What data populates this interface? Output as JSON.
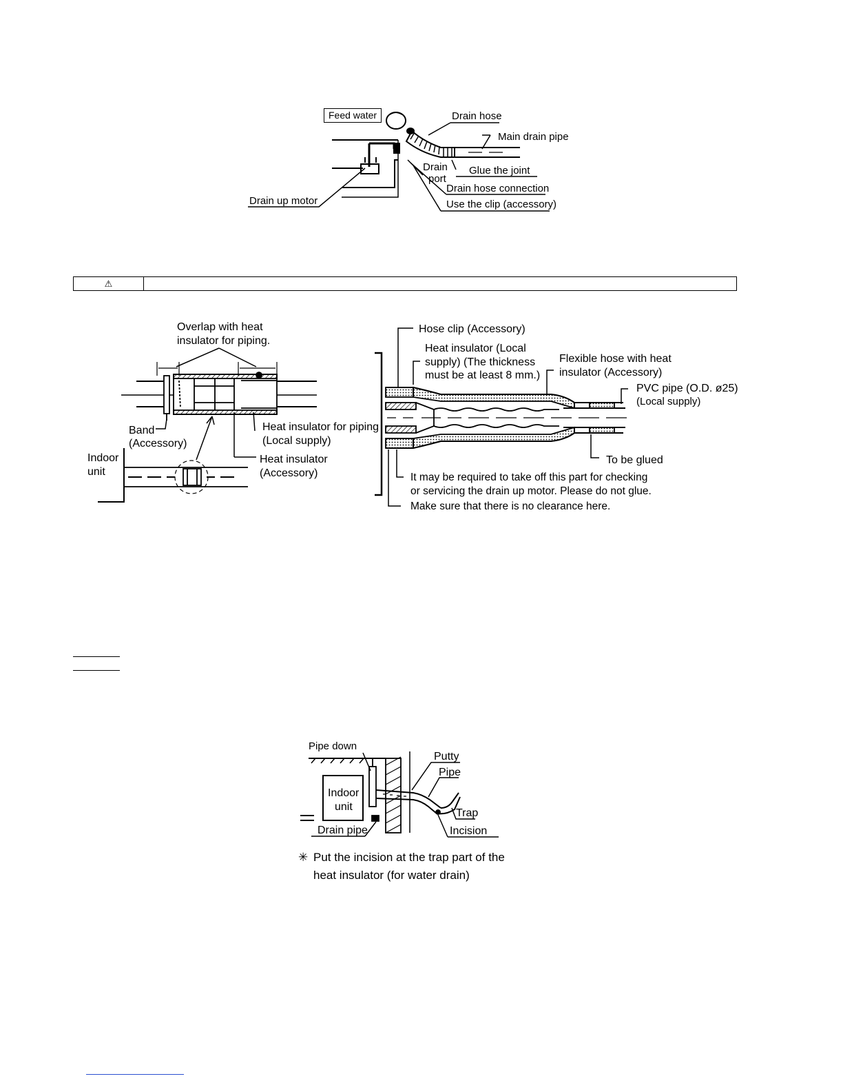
{
  "figure1": {
    "feed_water": "Feed water",
    "drain_hose": "Drain hose",
    "main_drain_pipe": "Main drain pipe",
    "drain_port_1": "Drain",
    "drain_port_2": "port",
    "glue_the_joint": "Glue the joint",
    "drain_hose_connection": "Drain hose connection",
    "use_the_clip": "Use the clip (accessory)",
    "drain_up_motor": "Drain up motor"
  },
  "caution": {
    "icon": "warning-triangle-icon",
    "symbol": "⚠",
    "text": ""
  },
  "figure2": {
    "overlap_1": "Overlap with heat",
    "overlap_2": "insulator for piping.",
    "band_1": "Band",
    "band_2": "(Accessory)",
    "indoor_1": "Indoor",
    "indoor_2": "unit",
    "heat_ins_piping_1": "Heat insulator for piping",
    "heat_ins_piping_2": "(Local supply)",
    "heat_ins_1": "Heat insulator",
    "heat_ins_2": "(Accessory)"
  },
  "figure3": {
    "hose_clip": "Hose clip (Accessory)",
    "heat_ins_local_1a": "Heat insulator",
    "heat_ins_local_1b": " (Local",
    "heat_ins_local_2": "supply) (The thickness",
    "heat_ins_local_3": "must be at least 8 mm.)",
    "flex_hose_1": "Flexible hose with heat",
    "flex_hose_2": "insulator (Accessory)",
    "pvc_1": "PVC pipe (O.D. ø25)",
    "pvc_2": "(Local supply)",
    "to_be_glued": "To be glued",
    "note_1": "It may be required to take off this part for checking",
    "note_2": "or servicing the drain up motor. Please do not glue.",
    "clearance": "Make sure that there is no clearance here."
  },
  "figure4": {
    "pipe_down": "Pipe down",
    "putty": "Putty",
    "pipe": "Pipe",
    "indoor_1": "Indoor",
    "indoor_2": "unit",
    "trap": "Trap",
    "drain_pipe": "Drain pipe",
    "incision": "Incision",
    "asterisk": "✳",
    "note_1": "Put the incision at the trap part of the",
    "note_2": "heat insulator (for water drain)"
  }
}
